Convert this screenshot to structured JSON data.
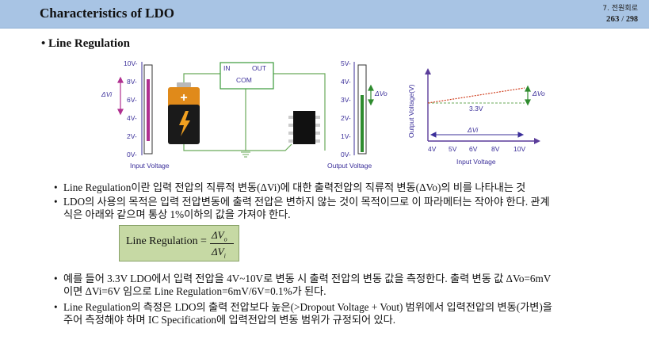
{
  "header": {
    "title": "Characteristics of LDO",
    "section": "7. 전원회로",
    "page_current": "263",
    "page_separator": "/",
    "page_total": "298"
  },
  "section_title": "• Line Regulation",
  "figure": {
    "input_axis": {
      "ticks": [
        "10V-",
        "8V-",
        "6V-",
        "4V-",
        "2V-",
        "0V-"
      ],
      "label": "Input Voltage",
      "delta_label": "ΔVi"
    },
    "ldo_block": {
      "pin_in": "IN",
      "pin_out": "OUT",
      "pin_com": "COM"
    },
    "output_axis": {
      "ticks": [
        "5V-",
        "4V-",
        "3V-",
        "2V-",
        "1V-",
        "0V-"
      ],
      "label": "Output Voltage",
      "delta_label": "ΔVo"
    },
    "graph": {
      "ylabel": "Output Voltage(V)",
      "xlabel": "Input Voltage",
      "x_ticks": [
        "4V",
        "5V",
        "6V",
        "8V",
        "10V"
      ],
      "level_label": "3.3V",
      "delta_vi": "ΔVi",
      "delta_vo": "ΔVo"
    },
    "colors": {
      "battery_body": "#1a1a1a",
      "battery_cap": "#e08a1a",
      "ldo_block_border": "#3a9a3a",
      "wire": "#6aaa5a",
      "input_bar": "#b03090",
      "output_bar": "#2e8b2e",
      "delta_line": "#d04020",
      "axis": "#5a3c9a"
    }
  },
  "bullets": {
    "b1": "Line Regulation이란 입력 전압의 직류적 변동(ΔVi)에 대한 출력전압의 직류적 변동(ΔVo)의 비를 나타내는 것",
    "b2_l1": "LDO의 사용의 목적은 입력 전압변동에 출력 전압은 변하지 않는 것이 목적이므로 이 파라메터는 작아야 한다. 관계",
    "b2_l2": "식은 아래와 같으며 통상 1%이하의 값을 가져야 한다.",
    "b3_l1": "예를 들어 3.3V LDO에서 입력 전압을 4V~10V로 변동 시 출력 전압의 변동 값을 측정한다. 출력 변동 값  ΔVo=6mV",
    "b3_l2": "이면 ΔVi=6V 임으로 Line Regulation=6mV/6V=0.1%가 된다.",
    "b4_l1": "Line Regulation의 측정은 LDO의 출력 전압보다 높은(>Dropout Voltage + Vout) 범위에서 입력전압의 변동(가변)을",
    "b4_l2": "주어 측정해야 하며 IC Specification에 입력전압의 변동 범위가 규정되어 있다."
  },
  "formula": {
    "label": "Line Regulation",
    "equals": "=",
    "numerator": "ΔV",
    "numerator_sub": "o",
    "denominator": "ΔV",
    "denominator_sub": "i"
  }
}
